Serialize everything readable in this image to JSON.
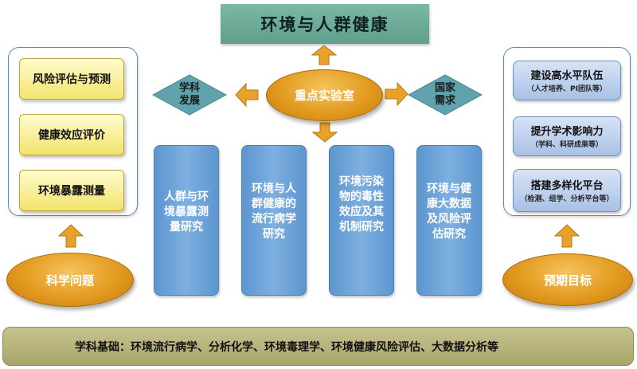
{
  "title": "环境与人群健康",
  "center": "重点实验室",
  "diamonds": {
    "left": [
      "学科",
      "发展"
    ],
    "right": [
      "国家",
      "需求"
    ]
  },
  "left_panel": {
    "items": [
      "风险评估与预测",
      "健康效应评价",
      "环境暴露测量"
    ],
    "ellipse_label": "科学问题"
  },
  "right_panel": {
    "items": [
      {
        "main": "建设高水平队伍",
        "sub": "（人才培养、PI团队等）"
      },
      {
        "main": "提升学术影响力",
        "sub": "（学科、科研成果等）"
      },
      {
        "main": "搭建多样化平台",
        "sub": "（检测、组学、分析平台等）"
      }
    ],
    "ellipse_label": "预期目标"
  },
  "columns": [
    "人群与环境暴露测量研究",
    "环境与人群健康的流行病学研究",
    "环境污染物的毒性效应及其机制研究",
    "环境与健康大数据及风险评估研究"
  ],
  "base": "学科基础：环境流行病学、分析化学、环境毒理学、环境健康风险评估、大数据分析等",
  "colors": {
    "title_fill": "#6aa996",
    "ellipse_fill": "#e39a1f",
    "column_fill": "#6aa2d8",
    "diamond_fill": "#5fa3ad",
    "yellow_fill": "#f6e97f",
    "blue_fill": "#bcd0ee",
    "base_fill": "#b7b47c"
  }
}
